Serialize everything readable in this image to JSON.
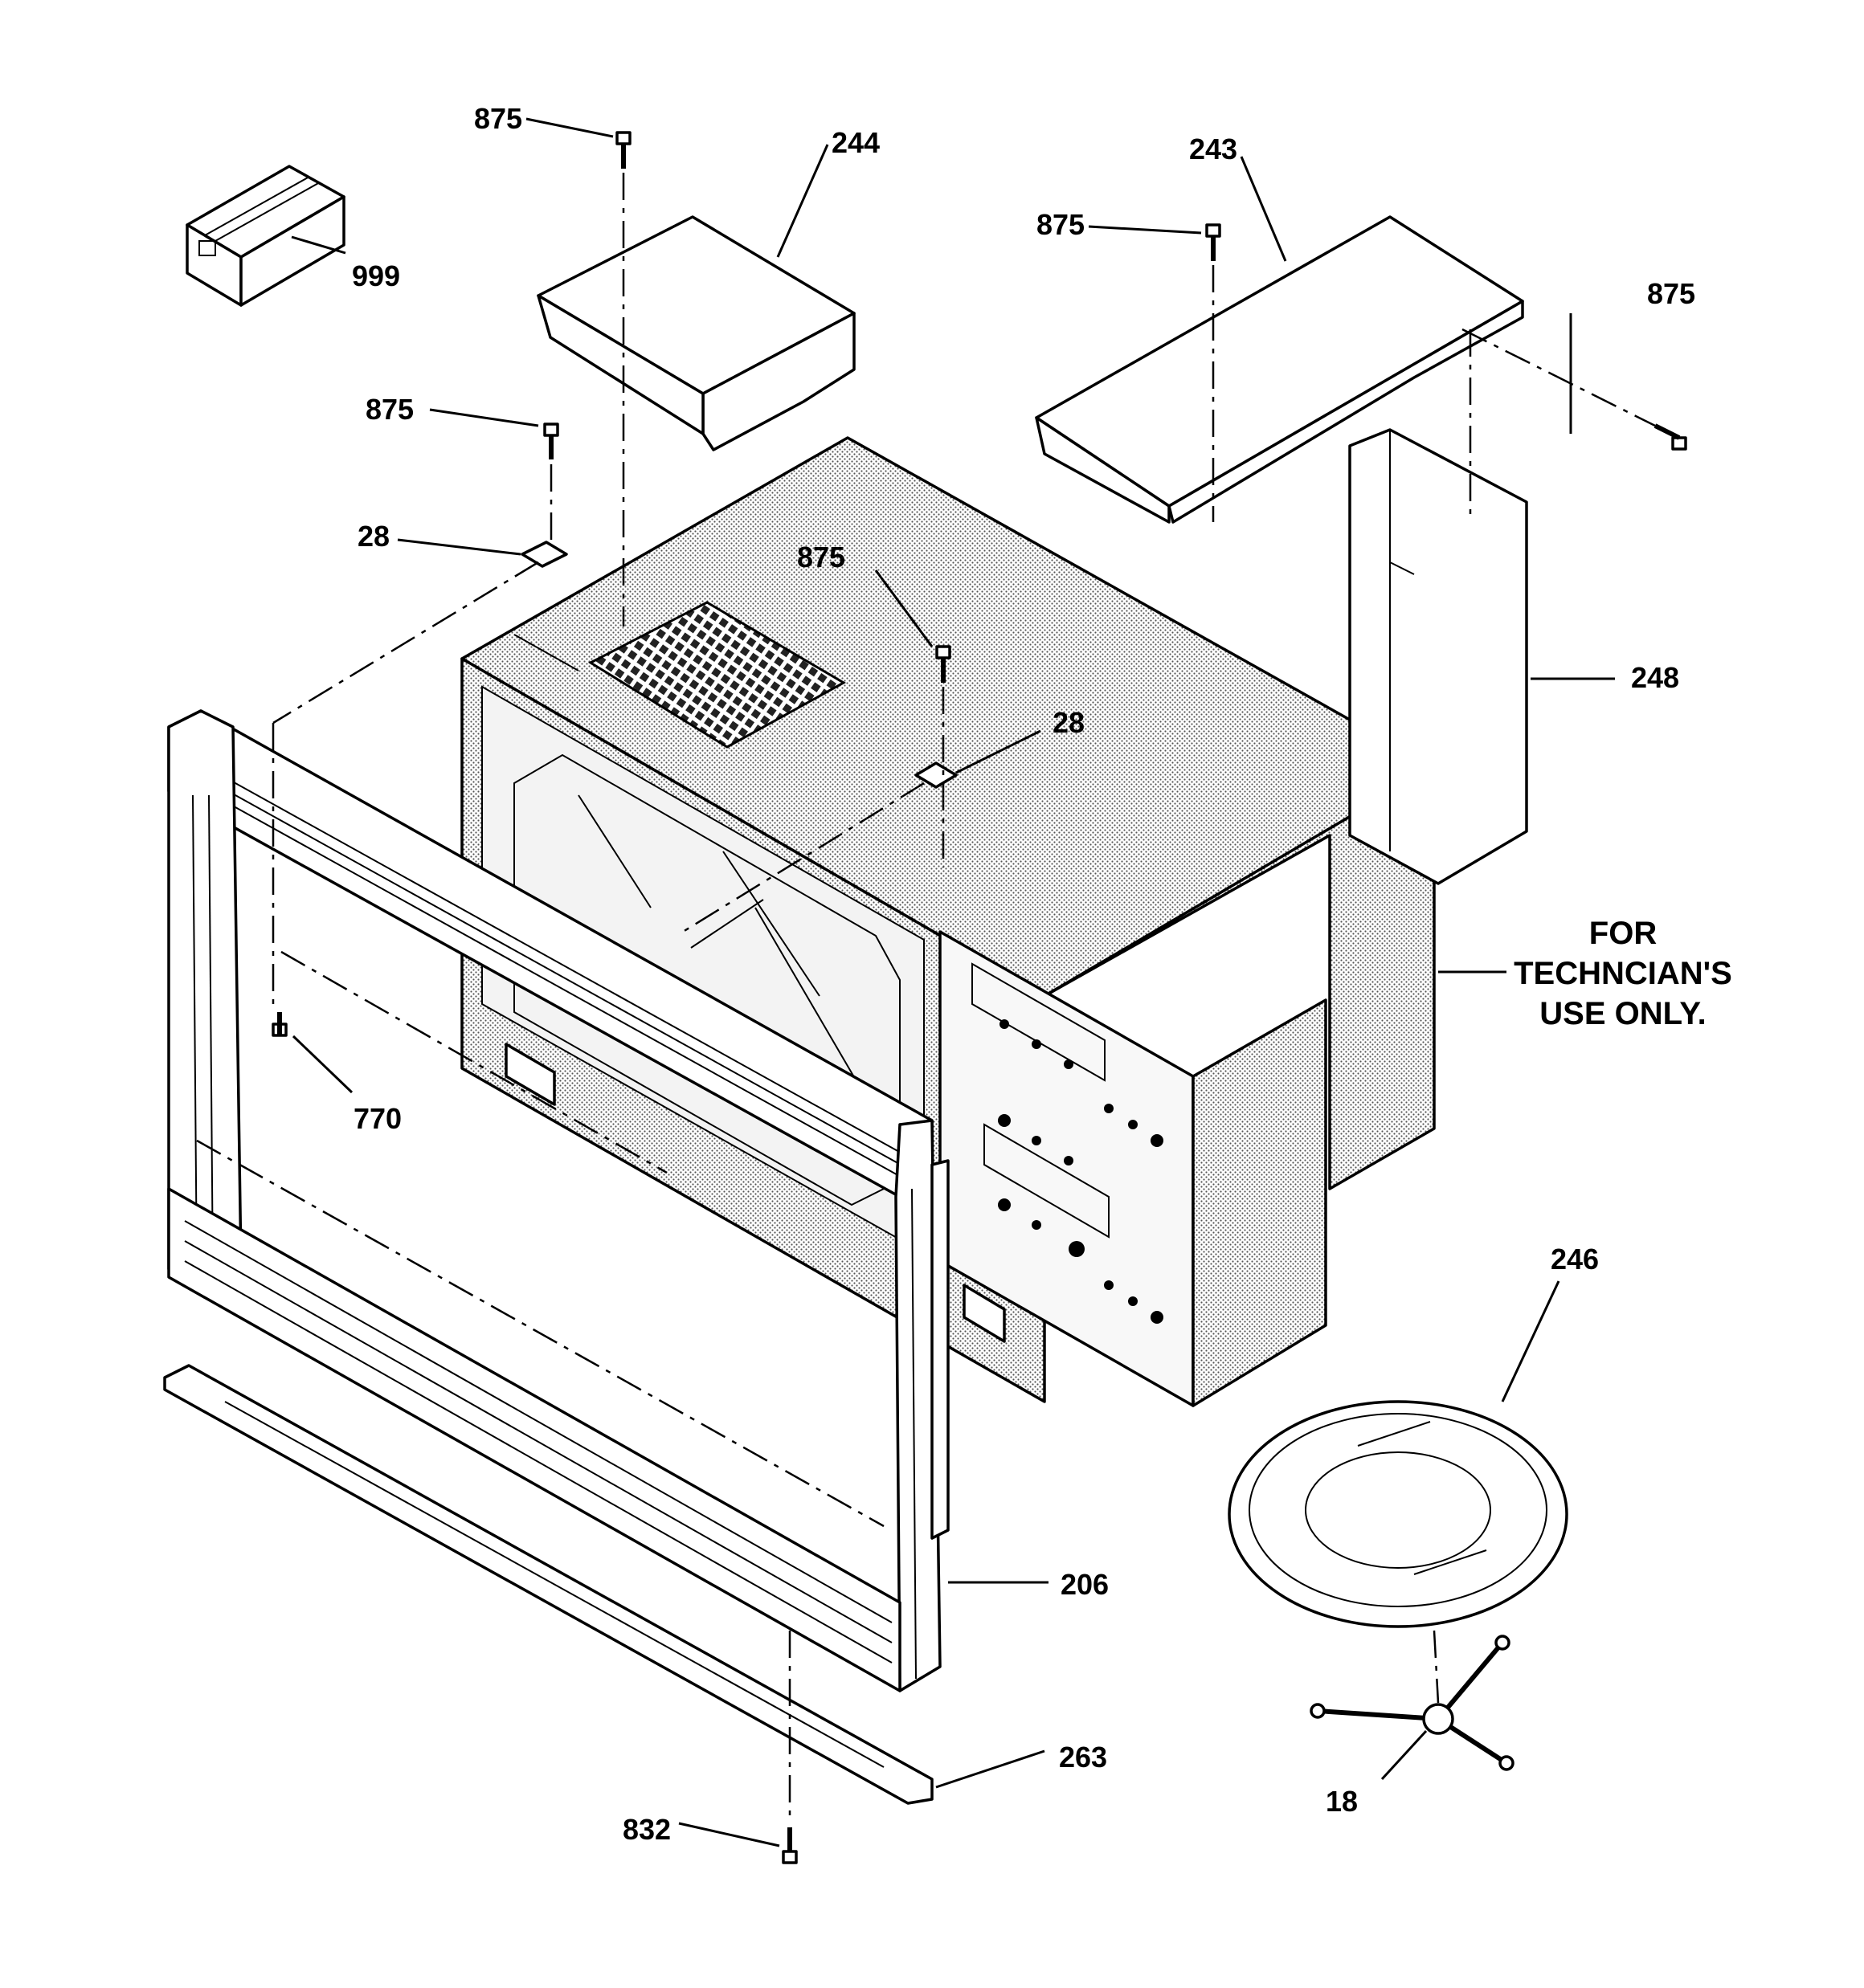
{
  "labels": {
    "p875a": "875",
    "p244": "244",
    "p243": "243",
    "p875b": "875",
    "p999": "999",
    "p875c": "875",
    "p875d": "875",
    "p28a": "28",
    "p875e": "875",
    "p28b": "28",
    "p248": "248",
    "p770": "770",
    "p246": "246",
    "p206": "206",
    "p263": "263",
    "p18": "18",
    "p832": "832"
  },
  "note": {
    "line1": "FOR",
    "line2": "TECHNCIAN'S",
    "line3": "USE ONLY."
  }
}
